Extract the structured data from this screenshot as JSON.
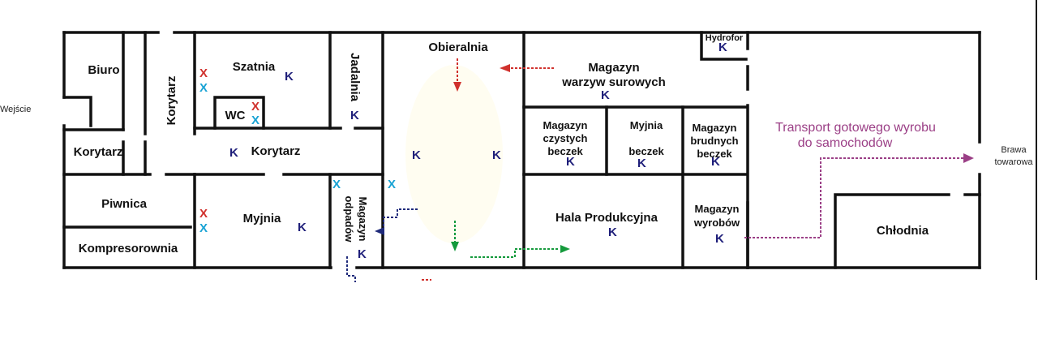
{
  "labels": {
    "biuro": "Biuro",
    "korytarz_v": "Korytarz",
    "szatnia": "Szatnia",
    "wc": "WC",
    "jadalnia": "Jadalnia",
    "obieralnia": "Obieralnia",
    "magazyn_warzyw_1": "Magazyn",
    "magazyn_warzyw_2": "warzyw surowych",
    "hydrofor": "Hydrofor",
    "wejscie": "Wejście",
    "korytarz_left": "Korytarz",
    "korytarz_mid": "Korytarz",
    "czyste_1": "Magazyn",
    "czyste_2": "czystych",
    "czyste_3": "beczek",
    "myjnia_b_1": "Myjnia",
    "myjnia_b_2": "beczek",
    "brudne_1": "Magazyn",
    "brudne_2": "brudnych",
    "brudne_3": "beczek",
    "transport_1": "Transport gotowego wyrobu",
    "transport_2": "do samochodów",
    "brama_1": "Brawa",
    "brama_2": "towarowa",
    "piwnica": "Piwnica",
    "kompresorownia": "Kompresorownia",
    "myjnia": "Myjnia",
    "odpady_1": "Magazyn",
    "odpady_2": "odpadów",
    "hala": "Hala Produkcyjna",
    "wyroby_1": "Magazyn",
    "wyroby_2": "wyrobów",
    "chlodnia": "Chłodnia"
  },
  "markers": {
    "k": "K",
    "x": "X"
  },
  "colors": {
    "wall": "#111111",
    "k_mark": "#1f1f7a",
    "x_red": "#d0312d",
    "x_cyan": "#1aa3d4",
    "arrow_red": "#d0312d",
    "arrow_navy": "#1f2a7a",
    "arrow_green": "#159a3c",
    "arrow_purple": "#9b3f86"
  }
}
